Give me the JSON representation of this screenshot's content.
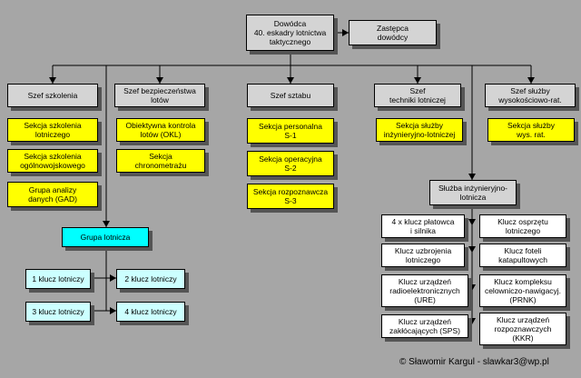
{
  "colors": {
    "background": "#a6a6a6",
    "header_box": "#d4d4d4",
    "section_box": "#ffff00",
    "group_box": "#00ffff",
    "squadron_box": "#ccffff"
  },
  "commander": "Dowódca\n40. eskadry lotnictwa\ntaktycznego",
  "deputy": "Zastępca\ndowódcy",
  "departments": {
    "training": "Szef szkolenia",
    "safety": "Szef bezpieczeństwa\nlotów",
    "staff": "Szef sztabu",
    "technical": "Szef\ntechniki lotniczej",
    "altitude": "Szef służby\nwysokościowo-rat."
  },
  "training_sections": [
    "Sekcja szkolenia\nlotniczego",
    "Sekcja szkolenia\nogólnowojskowego",
    "Grupa analizy\ndanych (GAD)"
  ],
  "safety_sections": [
    "Obiektywna kontrola\nlotów (OKL)",
    "Sekcja\nchronometrażu"
  ],
  "staff_sections": [
    "Sekcja personalna\nS-1",
    "Sekcja operacyjna\nS-2",
    "Sekcja rozpoznawcza\nS-3"
  ],
  "technical_section": "Sekcja służby\ninżynieryjno-lotniczej",
  "altitude_section": "Sekcja służby\nwys. rat.",
  "engineering_service": "Służba inżynieryjno-\nlotnicza",
  "engineering_units_left": [
    "4 x klucz płatowca\ni silnika",
    "Klucz uzbrojenia\nlotniczego",
    "Klucz urządzeń\nradioelektronicznych\n(URE)",
    "Klucz urządzeń\nzakłócających (SPS)"
  ],
  "engineering_units_right": [
    "Klucz osprzętu\nlotniczego",
    "Klucz foteli\nkatapultowych",
    "Klucz kompleksu\ncelowniczo-nawigacyj.\n(PRNK)",
    "Klucz urządzeń\nrozpoznawczych\n(KKR)"
  ],
  "flight_group": "Grupa lotnicza",
  "flight_keys": [
    "1 klucz lotniczy",
    "2 klucz lotniczy",
    "3 klucz lotniczy",
    "4 klucz lotniczy"
  ],
  "footer": "© Sławomir Kargul - slawkar3@wp.pl"
}
